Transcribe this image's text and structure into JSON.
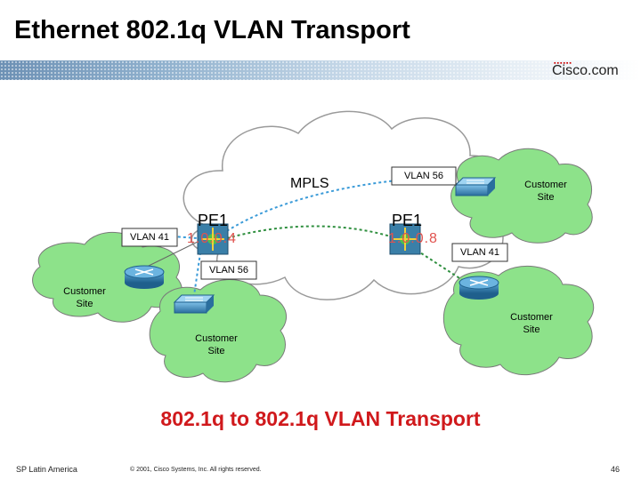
{
  "slide": {
    "title": "Ethernet 802.1q VLAN Transport",
    "brand": "Cisco.com",
    "caption": "802.1q to 802.1q VLAN Transport"
  },
  "diagram": {
    "core_label": "MPLS",
    "pe_left": {
      "name": "PE1",
      "address": "1.0.0.4"
    },
    "pe_right": {
      "name": "PE1",
      "address": "1.0.0.8"
    },
    "vlan_labels": {
      "top_right": "VLAN 56",
      "left": "VLAN 41",
      "right": "VLAN 41",
      "bottom_left": "VLAN 56"
    },
    "sites": {
      "top_right": "Customer\nSite",
      "left": "Customer\nSite",
      "bottom_left": "Customer\nSite",
      "bottom_right": "Customer\nSite"
    },
    "colors": {
      "cloud_core": "#ffffff",
      "customer_cloud": "#8de28a",
      "vlan56_link": "#3b9bd8",
      "vlan41_link": "#2f8f3f",
      "pe_address": "#e0524e",
      "caption": "#d0191c",
      "router": "#2f7fb0",
      "switch": "#3f8fc0"
    },
    "icons": [
      "router-icon",
      "switch-icon",
      "pe-router-icon"
    ]
  },
  "footer": {
    "left": "SP Latin America",
    "center": "© 2001, Cisco Systems, Inc. All rights reserved.",
    "page_number": "46"
  }
}
